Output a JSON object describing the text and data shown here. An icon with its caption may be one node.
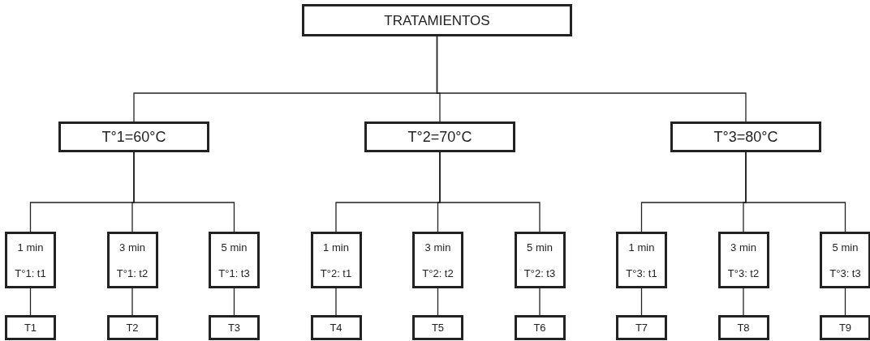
{
  "diagram": {
    "nodes": [
      {
        "text": [
          "TRATAMIENTOS"
        ]
      },
      {
        "text": [
          "T°1=60°C"
        ]
      },
      {
        "text": [
          "T°2=70°C"
        ]
      },
      {
        "text": [
          "T°3=80°C"
        ]
      },
      {
        "text": [
          "1 min",
          "T°1: t1"
        ]
      },
      {
        "text": [
          "3 min",
          "T°1: t2"
        ]
      },
      {
        "text": [
          "5 min",
          "T°1: t3"
        ]
      },
      {
        "text": [
          "1 min",
          "T°2: t1"
        ]
      },
      {
        "text": [
          "3 min",
          "T°2: t2"
        ]
      },
      {
        "text": [
          "5 min",
          "T°2: t3"
        ]
      },
      {
        "text": [
          "1 min",
          "T°3: t1"
        ]
      },
      {
        "text": [
          "3 min",
          "T°3: t2"
        ]
      },
      {
        "text": [
          "5 min",
          "T°3: t3"
        ]
      },
      {
        "text": [
          "T1"
        ]
      },
      {
        "text": [
          "T2"
        ]
      },
      {
        "text": [
          "T3"
        ]
      },
      {
        "text": [
          "T4"
        ]
      },
      {
        "text": [
          "T5"
        ]
      },
      {
        "text": [
          "T6"
        ]
      },
      {
        "text": [
          "T7"
        ]
      },
      {
        "text": [
          "T8"
        ]
      },
      {
        "text": [
          "T9"
        ]
      }
    ],
    "edges": [
      {
        "from": 0,
        "to": 1,
        "arrow": "none"
      },
      {
        "from": 0,
        "to": 2,
        "arrow": "none"
      },
      {
        "from": 0,
        "to": 3,
        "arrow": "none"
      },
      {
        "from": 1,
        "to": 4,
        "arrow": "none"
      },
      {
        "from": 1,
        "to": 5,
        "arrow": "none"
      },
      {
        "from": 1,
        "to": 6,
        "arrow": "none"
      },
      {
        "from": 2,
        "to": 7,
        "arrow": "none"
      },
      {
        "from": 2,
        "to": 8,
        "arrow": "none"
      },
      {
        "from": 2,
        "to": 9,
        "arrow": "none"
      },
      {
        "from": 3,
        "to": 10,
        "arrow": "none"
      },
      {
        "from": 3,
        "to": 11,
        "arrow": "none"
      },
      {
        "from": 3,
        "to": 12,
        "arrow": "none"
      },
      {
        "from": 4,
        "to": 13,
        "arrow": "none"
      },
      {
        "from": 5,
        "to": 14,
        "arrow": "none"
      },
      {
        "from": 6,
        "to": 15,
        "arrow": "none"
      },
      {
        "from": 7,
        "to": 16,
        "arrow": "none"
      },
      {
        "from": 8,
        "to": 17,
        "arrow": "none"
      },
      {
        "from": 9,
        "to": 18,
        "arrow": "none"
      },
      {
        "from": 10,
        "to": 19,
        "arrow": "none"
      },
      {
        "from": 11,
        "to": 20,
        "arrow": "none"
      },
      {
        "from": 12,
        "to": 21,
        "arrow": "none"
      }
    ]
  }
}
